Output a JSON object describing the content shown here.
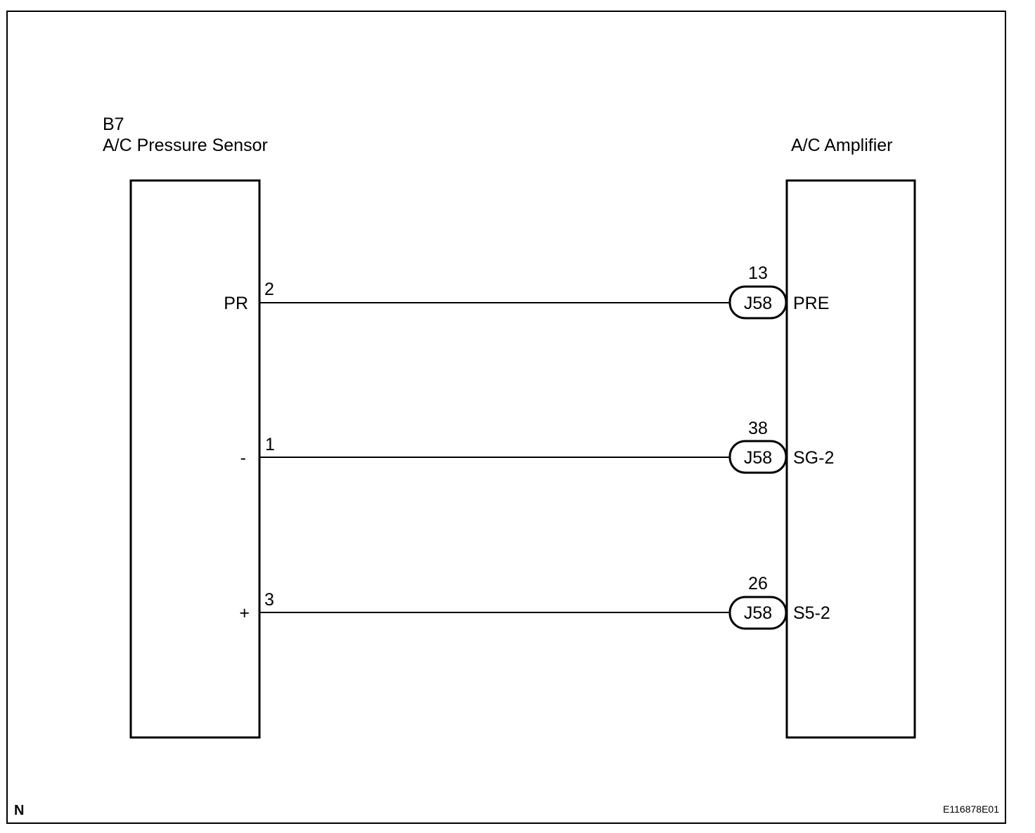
{
  "sensor": {
    "connector_code": "B7",
    "name": "A/C Pressure Sensor"
  },
  "amplifier": {
    "name": "A/C Amplifier"
  },
  "wires": [
    {
      "sensor_terminal": "PR",
      "sensor_pin": "2",
      "connector": "J58",
      "amplifier_pin": "13",
      "amplifier_terminal": "PRE"
    },
    {
      "sensor_terminal": "-",
      "sensor_pin": "1",
      "connector": "J58",
      "amplifier_pin": "38",
      "amplifier_terminal": "SG-2"
    },
    {
      "sensor_terminal": "+",
      "sensor_pin": "3",
      "connector": "J58",
      "amplifier_pin": "26",
      "amplifier_terminal": "S5-2"
    }
  ],
  "footer": {
    "corner_mark": "N",
    "figure_code": "E116878E01"
  }
}
